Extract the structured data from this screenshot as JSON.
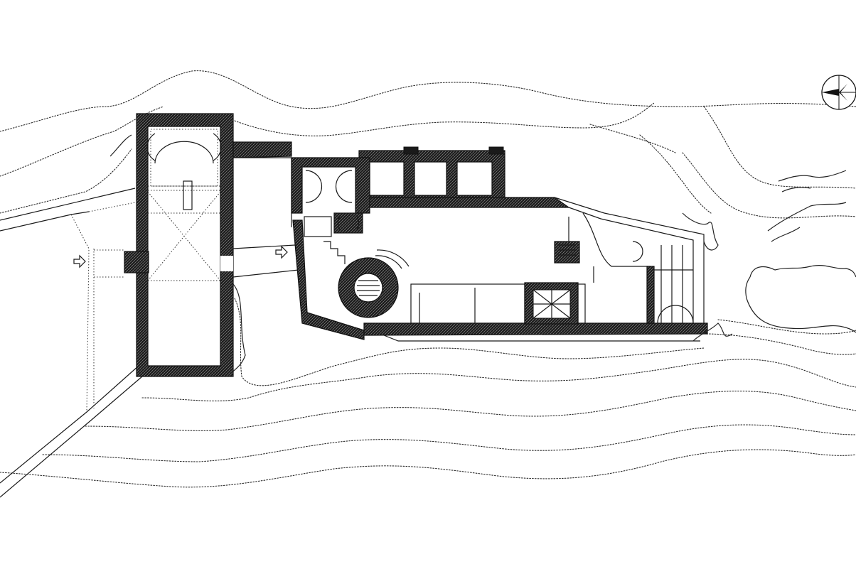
{
  "drawing": {
    "kind": "architectural site plan",
    "features": [
      "contour-lines",
      "outer-ward",
      "gate-tower",
      "courtyard",
      "round-tower",
      "palace-range",
      "rock-outcrop"
    ],
    "colors": {
      "ink": "#1a1a1a",
      "paper": "#ffffff"
    }
  },
  "compass": {
    "icon": "north-arrow-icon"
  },
  "entrances": [
    {
      "icon": "entrance-arrow-icon"
    },
    {
      "icon": "entrance-arrow-icon"
    }
  ]
}
